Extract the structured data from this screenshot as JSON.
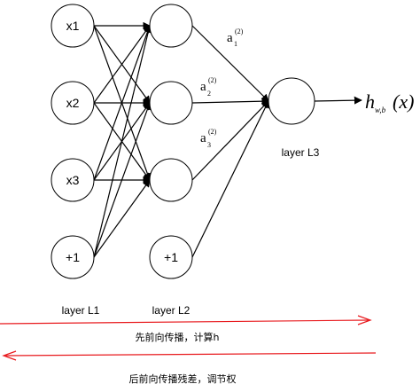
{
  "layer1": {
    "nodes": [
      "x1",
      "x2",
      "x3",
      "+1"
    ],
    "label": "layer L1"
  },
  "layer2": {
    "bias_node": "+1",
    "label": "layer L2"
  },
  "layer3": {
    "label": "layer L3"
  },
  "activations": [
    {
      "symbol": "a",
      "subscript": "1",
      "superscript": "(2)"
    },
    {
      "symbol": "a",
      "subscript": "2",
      "superscript": "(2)"
    },
    {
      "symbol": "a",
      "subscript": "3",
      "superscript": "(2)"
    }
  ],
  "output": {
    "symbol": "h",
    "subscript": "w,b",
    "argument": "(x)"
  },
  "forward_caption": "先前向传播，计算h",
  "backward_caption": "后前向传播残差，调节权",
  "colors": {
    "node_stroke": "#000000",
    "edge": "#000000",
    "propagation_arrow": "#e8191d"
  }
}
